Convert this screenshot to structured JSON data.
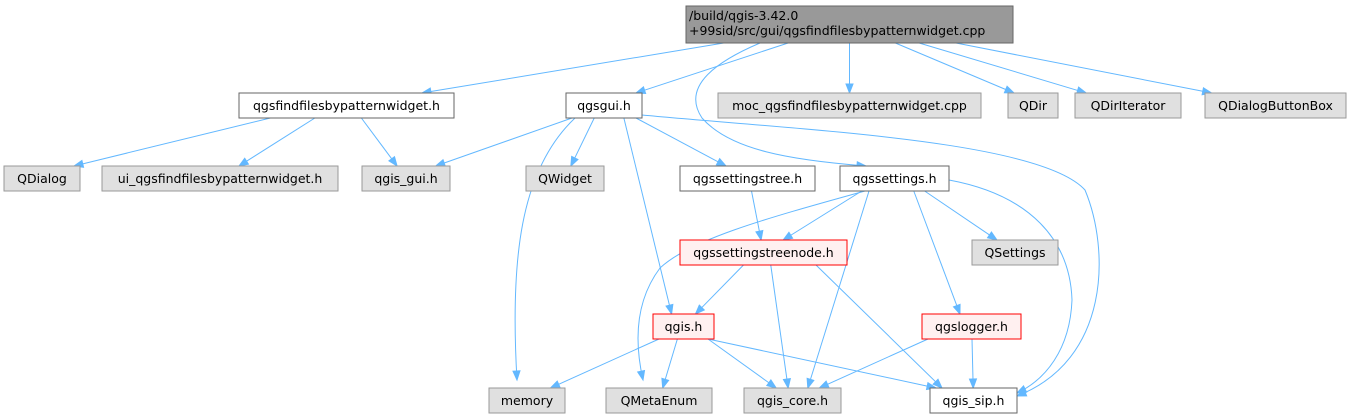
{
  "graph": {
    "colors": {
      "edge": "#63b8ff",
      "root_fill": "#999999",
      "root_border": "#666666",
      "documented_fill": "#ffffff",
      "documented_border": "#666666",
      "external_fill": "#e0e0e0",
      "external_border": "#999999",
      "truncated_fill": "#fff0f0",
      "truncated_border": "#ff0000"
    },
    "nodes": [
      {
        "id": "root",
        "lines": [
          "/build/qgis-3.42.0",
          "+99sid/src/gui/qgsfindfilesbypatternwidget.cpp"
        ],
        "kind": "root"
      },
      {
        "id": "widget_h",
        "lines": [
          "qgsfindfilesbypatternwidget.h"
        ],
        "kind": "documented"
      },
      {
        "id": "qgsgui_h",
        "lines": [
          "qgsgui.h"
        ],
        "kind": "documented"
      },
      {
        "id": "moc",
        "lines": [
          "moc_qgsfindfilesbypatternwidget.cpp"
        ],
        "kind": "external"
      },
      {
        "id": "qdir",
        "lines": [
          "QDir"
        ],
        "kind": "external"
      },
      {
        "id": "qdiriterator",
        "lines": [
          "QDirIterator"
        ],
        "kind": "external"
      },
      {
        "id": "qdialogbuttonbox",
        "lines": [
          "QDialogButtonBox"
        ],
        "kind": "external"
      },
      {
        "id": "qdialog",
        "lines": [
          "QDialog"
        ],
        "kind": "external"
      },
      {
        "id": "ui_widget_h",
        "lines": [
          "ui_qgsfindfilesbypatternwidget.h"
        ],
        "kind": "external"
      },
      {
        "id": "qgis_gui_h",
        "lines": [
          "qgis_gui.h"
        ],
        "kind": "external"
      },
      {
        "id": "qwidget",
        "lines": [
          "QWidget"
        ],
        "kind": "external"
      },
      {
        "id": "settingstree_h",
        "lines": [
          "qgssettingstree.h"
        ],
        "kind": "documented"
      },
      {
        "id": "settings_h",
        "lines": [
          "qgssettings.h"
        ],
        "kind": "documented"
      },
      {
        "id": "settingstreenode_h",
        "lines": [
          "qgssettingstreenode.h"
        ],
        "kind": "truncated"
      },
      {
        "id": "qsettings",
        "lines": [
          "QSettings"
        ],
        "kind": "external"
      },
      {
        "id": "qgis_h",
        "lines": [
          "qgis.h"
        ],
        "kind": "truncated"
      },
      {
        "id": "logger_h",
        "lines": [
          "qgslogger.h"
        ],
        "kind": "truncated"
      },
      {
        "id": "memory",
        "lines": [
          "memory"
        ],
        "kind": "external"
      },
      {
        "id": "qmetaenum",
        "lines": [
          "QMetaEnum"
        ],
        "kind": "external"
      },
      {
        "id": "qgis_core_h",
        "lines": [
          "qgis_core.h"
        ],
        "kind": "external"
      },
      {
        "id": "qgis_sip_h",
        "lines": [
          "qgis_sip.h"
        ],
        "kind": "documented"
      }
    ],
    "edges": [
      [
        "root",
        "widget_h"
      ],
      [
        "root",
        "qgsgui_h"
      ],
      [
        "root",
        "moc"
      ],
      [
        "root",
        "qdir"
      ],
      [
        "root",
        "qdiriterator"
      ],
      [
        "root",
        "qdialogbuttonbox"
      ],
      [
        "root",
        "settings_h"
      ],
      [
        "widget_h",
        "qdialog"
      ],
      [
        "widget_h",
        "ui_widget_h"
      ],
      [
        "widget_h",
        "qgis_gui_h"
      ],
      [
        "qgsgui_h",
        "qgis_gui_h"
      ],
      [
        "qgsgui_h",
        "qwidget"
      ],
      [
        "qgsgui_h",
        "settingstree_h"
      ],
      [
        "qgsgui_h",
        "memory"
      ],
      [
        "qgsgui_h",
        "qgis_h"
      ],
      [
        "qgsgui_h",
        "qgis_sip_h"
      ],
      [
        "settingstree_h",
        "settingstreenode_h"
      ],
      [
        "settings_h",
        "settingstreenode_h"
      ],
      [
        "settings_h",
        "qsettings"
      ],
      [
        "settings_h",
        "logger_h"
      ],
      [
        "settings_h",
        "qmetaenum"
      ],
      [
        "settings_h",
        "qgis_core_h"
      ],
      [
        "settings_h",
        "qgis_sip_h"
      ],
      [
        "settingstreenode_h",
        "qgis_h"
      ],
      [
        "settingstreenode_h",
        "qgis_core_h"
      ],
      [
        "settingstreenode_h",
        "qgis_sip_h"
      ],
      [
        "qgis_h",
        "memory"
      ],
      [
        "qgis_h",
        "qmetaenum"
      ],
      [
        "qgis_h",
        "qgis_core_h"
      ],
      [
        "qgis_h",
        "qgis_sip_h"
      ],
      [
        "logger_h",
        "qgis_core_h"
      ],
      [
        "logger_h",
        "qgis_sip_h"
      ]
    ]
  }
}
